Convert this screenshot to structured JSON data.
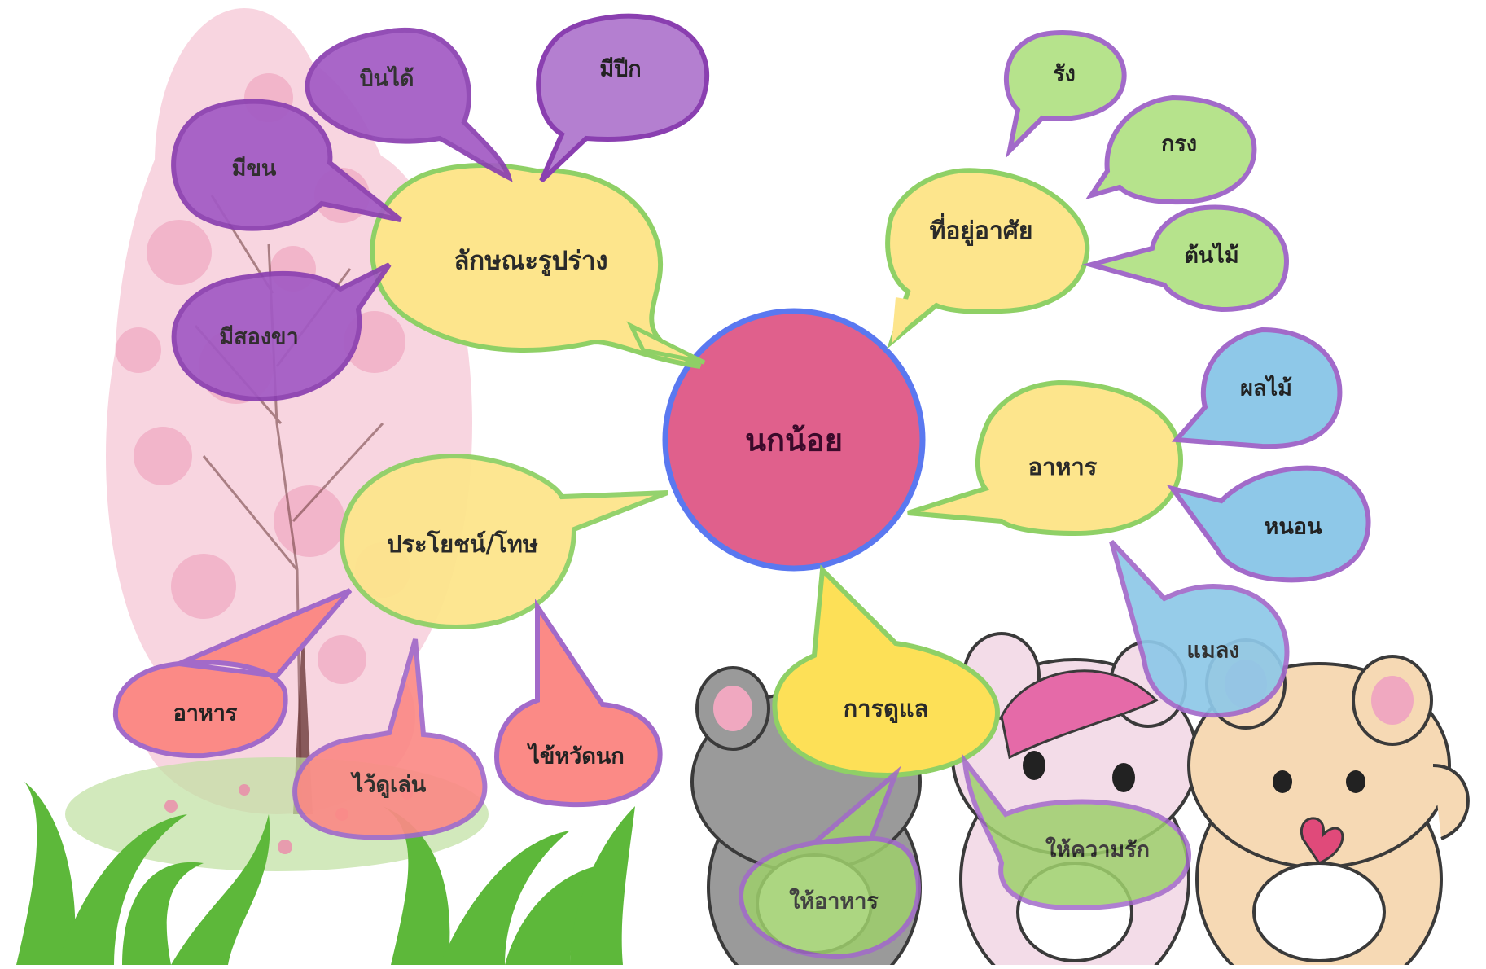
{
  "diagram": {
    "type": "bubble-map",
    "center": {
      "label": "นกน้อย",
      "fill": "#e0608c",
      "stroke": "#5a78f0"
    },
    "branches": [
      {
        "id": "appearance",
        "label": "ลักษณะรูปร่าง",
        "fill": "#fde58c",
        "stroke": "#8fd066",
        "children": [
          {
            "id": "flies",
            "label": "บินได้",
            "fill": "#a25ac4",
            "stroke": "#8a3fb0"
          },
          {
            "id": "wings",
            "label": "มีปีก",
            "fill": "#b47fd0",
            "stroke": "#8a3fb0"
          },
          {
            "id": "feathers",
            "label": "มีขน",
            "fill": "#a25ac4",
            "stroke": "#8a3fb0"
          },
          {
            "id": "two-legs",
            "label": "มีสองขา",
            "fill": "#a25ac4",
            "stroke": "#8a3fb0"
          }
        ]
      },
      {
        "id": "habitat",
        "label": "ที่อยู่อาศัย",
        "fill": "#fde58c",
        "stroke": "#8fd066",
        "children": [
          {
            "id": "nest",
            "label": "รัง",
            "fill": "#b6e38c",
            "stroke": "#a26ac9"
          },
          {
            "id": "cage",
            "label": "กรง",
            "fill": "#b6e38c",
            "stroke": "#a26ac9"
          },
          {
            "id": "tree",
            "label": "ต้นไม้",
            "fill": "#b6e38c",
            "stroke": "#a26ac9"
          }
        ]
      },
      {
        "id": "food",
        "label": "อาหาร",
        "fill": "#fde58c",
        "stroke": "#8fd066",
        "children": [
          {
            "id": "fruit",
            "label": "ผลไม้",
            "fill": "#8ec8e8",
            "stroke": "#a26ac9"
          },
          {
            "id": "worm",
            "label": "หนอน",
            "fill": "#8ec8e8",
            "stroke": "#a26ac9"
          },
          {
            "id": "insect",
            "label": "แมลง",
            "fill": "#8ec8e8",
            "stroke": "#a26ac9"
          }
        ]
      },
      {
        "id": "care",
        "label": "การดูแล",
        "fill": "#fde057",
        "stroke": "#8fd066",
        "children": [
          {
            "id": "feed",
            "label": "ให้อาหาร",
            "fill": "#9ed06c",
            "stroke": "#a26ac9"
          },
          {
            "id": "love",
            "label": "ให้ความรัก",
            "fill": "#9ed06c",
            "stroke": "#a26ac9"
          }
        ]
      },
      {
        "id": "benefit-harm",
        "label": "ประโยชน์/โทษ",
        "fill": "#fde58c",
        "stroke": "#8fd066",
        "children": [
          {
            "id": "as-food",
            "label": "อาหาร",
            "fill": "#fb8a86",
            "stroke": "#a26ac9"
          },
          {
            "id": "pet",
            "label": "ไว้ดูเล่น",
            "fill": "#fb8a86",
            "stroke": "#a26ac9"
          },
          {
            "id": "bird-flu",
            "label": "ไข้หวัดนก",
            "fill": "#fb8a86",
            "stroke": "#a26ac9"
          }
        ]
      }
    ]
  }
}
